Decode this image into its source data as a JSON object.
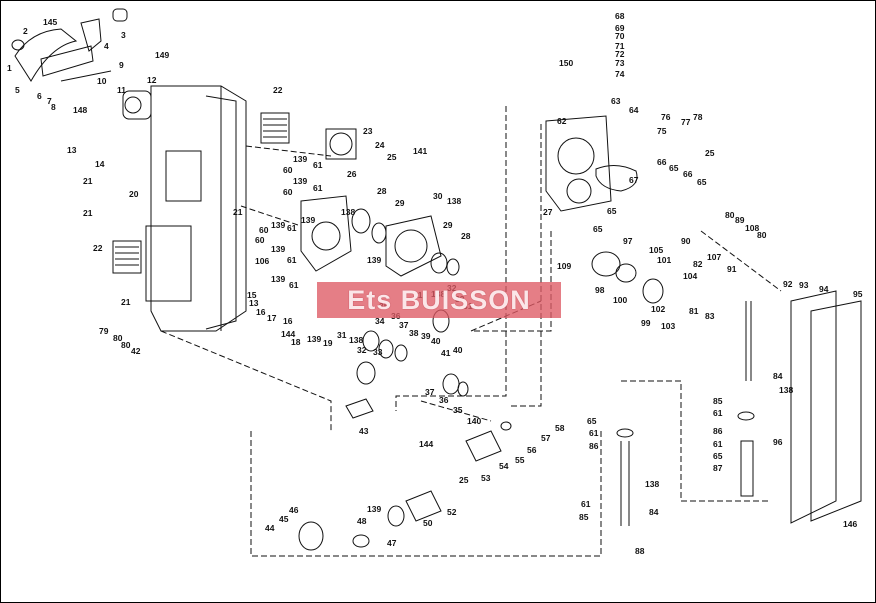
{
  "watermark": {
    "text": "Ets BUISSON",
    "color": "#de5a64"
  },
  "labels": [
    "1",
    "2",
    "145",
    "3",
    "4",
    "5",
    "6",
    "7",
    "8",
    "9",
    "149",
    "10",
    "11",
    "12",
    "148",
    "13",
    "14",
    "21",
    "22",
    "21",
    "20",
    "21",
    "22",
    "21",
    "79",
    "80",
    "80",
    "42",
    "23",
    "24",
    "25",
    "139",
    "61",
    "60",
    "139",
    "61",
    "60",
    "139",
    "26",
    "141",
    "28",
    "29",
    "138",
    "30",
    "138",
    "29",
    "28",
    "139",
    "60",
    "139",
    "61",
    "60",
    "139",
    "61",
    "106",
    "139",
    "61",
    "15",
    "13",
    "16",
    "17",
    "16",
    "144",
    "18",
    "139",
    "19",
    "31",
    "138",
    "32",
    "33",
    "34",
    "35",
    "36",
    "37",
    "38",
    "39",
    "40",
    "41",
    "40",
    "31",
    "138",
    "32",
    "33",
    "31",
    "37",
    "36",
    "35",
    "43",
    "62",
    "63",
    "64",
    "68",
    "69",
    "70",
    "71",
    "72",
    "73",
    "74",
    "150",
    "76",
    "77",
    "78",
    "75",
    "25",
    "66",
    "65",
    "66",
    "65",
    "67",
    "27",
    "65",
    "65",
    "97",
    "105",
    "109",
    "101",
    "98",
    "100",
    "102",
    "99",
    "103",
    "104",
    "90",
    "80",
    "89",
    "108",
    "107",
    "80",
    "82",
    "91",
    "81",
    "83",
    "92",
    "93",
    "94",
    "95",
    "84",
    "138",
    "85",
    "61",
    "86",
    "61",
    "65",
    "87",
    "96",
    "146",
    "65",
    "61",
    "86",
    "138",
    "84",
    "61",
    "85",
    "88",
    "140",
    "144",
    "25",
    "53",
    "54",
    "55",
    "56",
    "57",
    "58",
    "139",
    "48",
    "50",
    "52",
    "46",
    "45",
    "44",
    "47"
  ]
}
